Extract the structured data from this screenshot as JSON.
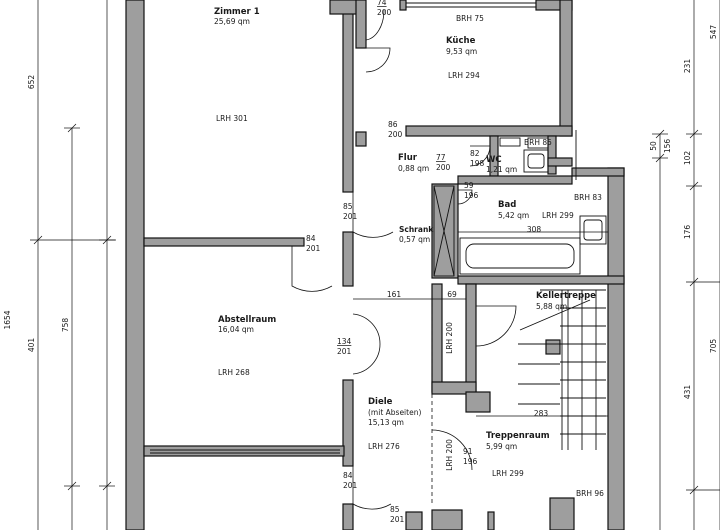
{
  "rooms": {
    "zimmer1": {
      "name": "Zimmer 1",
      "area": "25,69 qm",
      "lrh": "LRH 301"
    },
    "kueche": {
      "name": "Küche",
      "area": "9,53 qm",
      "lrh": "LRH 294",
      "brh": "BRH 75"
    },
    "flur": {
      "name": "Flur",
      "area": "0,88 qm"
    },
    "wc": {
      "name": "WC",
      "area": "1,21 qm",
      "brh": "BRH 85"
    },
    "bad": {
      "name": "Bad",
      "area": "5,42 qm",
      "lrh": "LRH 299",
      "brh": "BRH 83"
    },
    "schrank": {
      "name": "Schrank",
      "area": "0,57 qm"
    },
    "abstellraum": {
      "name": "Abstellraum",
      "area": "16,04 qm",
      "lrh": "LRH 268"
    },
    "kellertreppe": {
      "name": "Kellertreppe",
      "area": "5,88 qm"
    },
    "diele": {
      "name": "Diele",
      "note": "(mit Abseiten)",
      "area": "15,13 qm",
      "lrh": "LRH 276"
    },
    "treppenraum": {
      "name": "Treppenraum",
      "area": "5,99 qm",
      "lrh": "LRH 299",
      "brh": "BRH 96"
    }
  },
  "doors": [
    {
      "w": "74",
      "h": "200"
    },
    {
      "w": "86",
      "h": "200"
    },
    {
      "w": "77",
      "h": "200"
    },
    {
      "w": "82",
      "h": "198"
    },
    {
      "w": "59",
      "h": "196"
    },
    {
      "w": "85",
      "h": "201"
    },
    {
      "w": "84",
      "h": "201"
    },
    {
      "w": "134",
      "h": "201"
    },
    {
      "w": "91",
      "h": "196"
    },
    {
      "w": "84",
      "h": "201"
    },
    {
      "w": "85",
      "h": "201"
    }
  ],
  "inner_labels": {
    "lrh200_a": "LRH 200",
    "lrh200_b": "LRH 200"
  },
  "inner_dims": {
    "d308": "308",
    "d161": "161",
    "d69": "69",
    "d283": "283"
  },
  "left_dims": {
    "d652": "652",
    "d401": "401",
    "d758": "758",
    "d1654": "1654"
  },
  "right_dims": {
    "d547": "547",
    "d231": "231",
    "d50": "50",
    "d156": "156",
    "d102": "102",
    "d176": "176",
    "d705": "705",
    "d431": "431"
  }
}
